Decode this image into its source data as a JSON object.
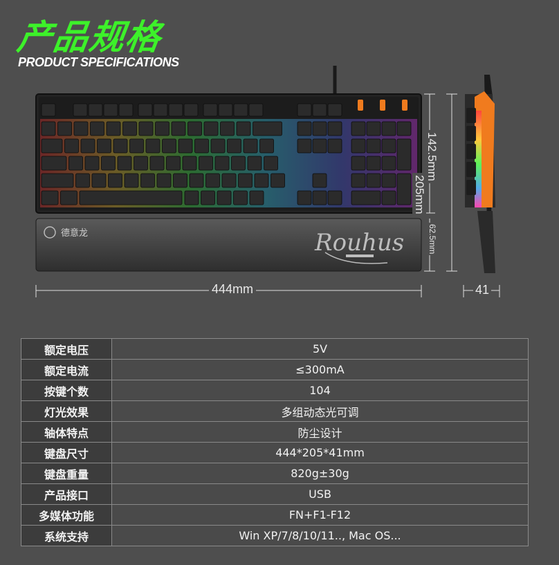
{
  "header": {
    "title_cn": "产品规格",
    "title_en": "PRODUCT SPECIFICATIONS"
  },
  "dimensions": {
    "width": "444mm",
    "depth": "205mm",
    "keyboard_depth": "142.5mm",
    "wrist_rest_depth": "62.5mm",
    "height": "41"
  },
  "wrist_rest": {
    "brand_cn": "德意龙",
    "signature": "Rouhus"
  },
  "specs": [
    {
      "label": "额定电压",
      "value": "5V"
    },
    {
      "label": "额定电流",
      "value": "≤300mA"
    },
    {
      "label": "按键个数",
      "value": "104"
    },
    {
      "label": "灯光效果",
      "value": "多组动态光可调"
    },
    {
      "label": "轴体特点",
      "value": "防尘设计"
    },
    {
      "label": "键盘尺寸",
      "value": "444*205*41mm"
    },
    {
      "label": "键盘重量",
      "value": "820g±30g"
    },
    {
      "label": "产品接口",
      "value": "USB"
    },
    {
      "label": "多媒体功能",
      "value": "FN+F1-F12"
    },
    {
      "label": "系统支持",
      "value": "Win XP/7/8/10/11.., Mac OS..."
    }
  ],
  "colors": {
    "accent_green": "#3df12a",
    "background": "#4e4e4e",
    "side_accent": "#f07b1e"
  }
}
